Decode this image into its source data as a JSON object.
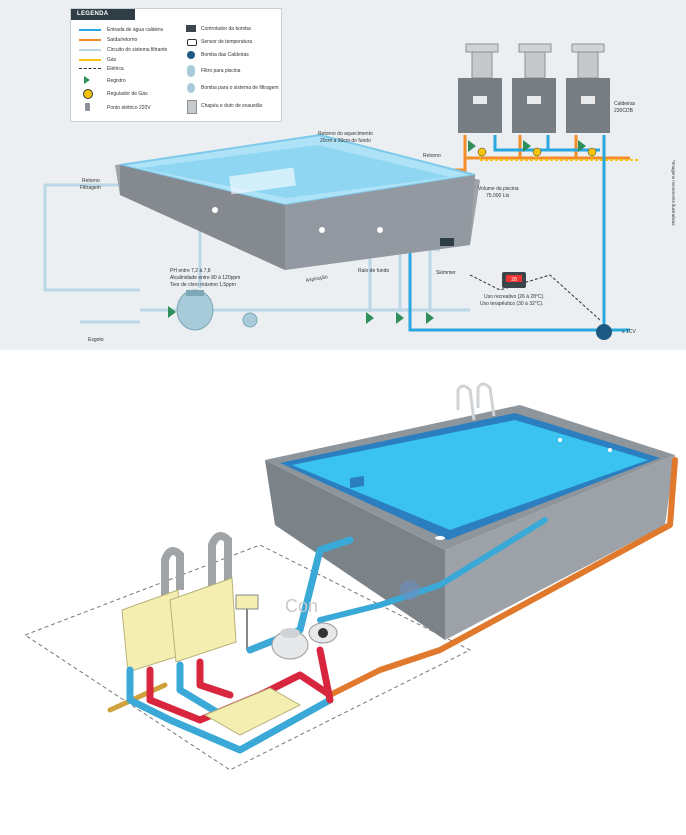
{
  "legend": {
    "title": "LEGENDA",
    "items": [
      {
        "label": "Entrada de água caldeira",
        "color": "#29a7df"
      },
      {
        "label": "Saída/retorno",
        "color": "#f28c28"
      },
      {
        "label": "Circuito do sistema filtrante",
        "color": "#b9d7e6"
      },
      {
        "label": "Gás",
        "color": "#f6c40c"
      },
      {
        "label": "Elétrica"
      },
      {
        "label": "Registro"
      },
      {
        "label": "Regulador de Gás"
      },
      {
        "label": "Ponto elétrico 220V"
      },
      {
        "label": "Controlador da bomba"
      },
      {
        "label": "Sensor de temperatura"
      },
      {
        "label": "Bomba das Caldeiras"
      },
      {
        "label": "Filtro para piscina"
      },
      {
        "label": "Bomba para o sistema de filtragem"
      },
      {
        "label": "Chapéu e duto de exaustão"
      }
    ]
  },
  "top_labels": {
    "retorno_aquecimento": "Retorno do aquecimento",
    "retorno_aquecimento_2": "20cm a 30cm do fundo",
    "retorno": "Retorno",
    "caldeiras": "Caldeiras",
    "caldeiras_model": "230CDB",
    "volume": "Volume da piscina",
    "volume_value": "75.000 Lts",
    "retorno_filtragem_1": "Retorno",
    "retorno_filtragem_2": "Filtragem",
    "aspiracao": "Aspiração",
    "ralo": "Ralo de fundo",
    "skimmer": "Skimmer",
    "ph_1": "PH entre 7,2 à 7,8",
    "ph_2": "Alcalinidade entre 80 à 120ppm",
    "ph_3": "Teor de cloro máximo 1,5ppm",
    "uso_1": "Uso recreativo (26 à 28°C).",
    "uso_2": "Uso terapêutico (30 à 32°C).",
    "voltage": "≥ 1CV",
    "esgoto": "Esgoto",
    "side_note": "*Imagens meramente ilustrativas",
    "controller_display": "28"
  },
  "bottom_labels": {
    "watermark": "Con"
  },
  "colors": {
    "water_blue": "#29a7df",
    "return_orange": "#f28c28",
    "filter_pipe": "#b9d7e6",
    "gas_yellow": "#f6c40c",
    "pool_wall": "#8b9196",
    "pool_water": "#7fd3f0",
    "heater_yellow": "#f4eeb0",
    "pipe_red": "#d8263e",
    "pipe_cyan": "#3aa9d8",
    "pipe_orange": "#e0792b"
  }
}
